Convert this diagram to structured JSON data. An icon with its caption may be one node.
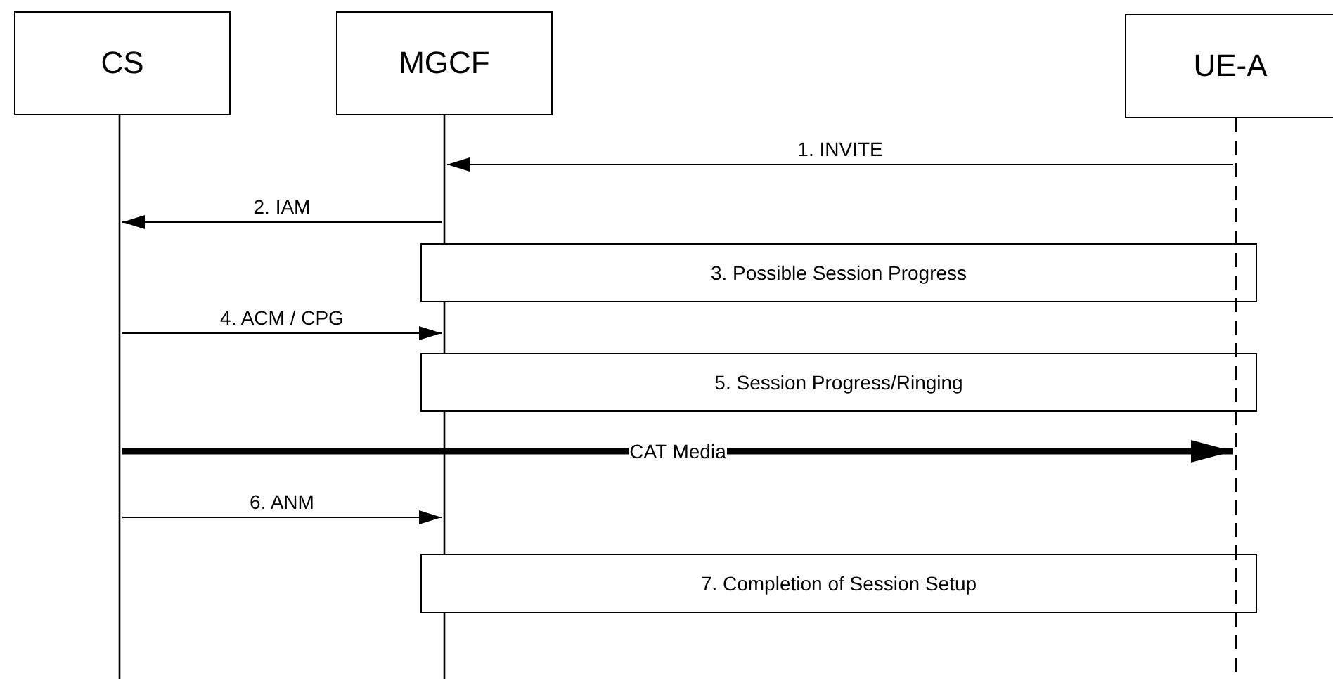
{
  "diagram": {
    "nodes": [
      {
        "text": [
          "CS"
        ]
      },
      {
        "text": [
          "MGCF"
        ]
      },
      {
        "text": [
          "UE-A"
        ]
      },
      {
        "text": [],
        "shape": "line"
      },
      {
        "text": [],
        "shape": "line"
      },
      {
        "text": [],
        "shape": "line"
      },
      {
        "text": [
          "3. Possible Session Progress"
        ]
      },
      {
        "text": [
          "5. Session Progress/Ringing"
        ]
      },
      {
        "text": [
          "7. Completion of Session Setup"
        ]
      }
    ],
    "edges": [
      {
        "from": 5,
        "to": 4,
        "arrow": "to",
        "label": "1. INVITE"
      },
      {
        "from": 4,
        "to": 3,
        "arrow": "to",
        "label": "2. IAM"
      },
      {
        "from": 3,
        "to": 4,
        "arrow": "to",
        "label": "4. ACM / CPG"
      },
      {
        "from": 3,
        "to": 5,
        "arrow": "to",
        "label": "CAT Media",
        "style": "thick"
      },
      {
        "from": 3,
        "to": 4,
        "arrow": "to",
        "label": "6. ANM"
      }
    ]
  }
}
